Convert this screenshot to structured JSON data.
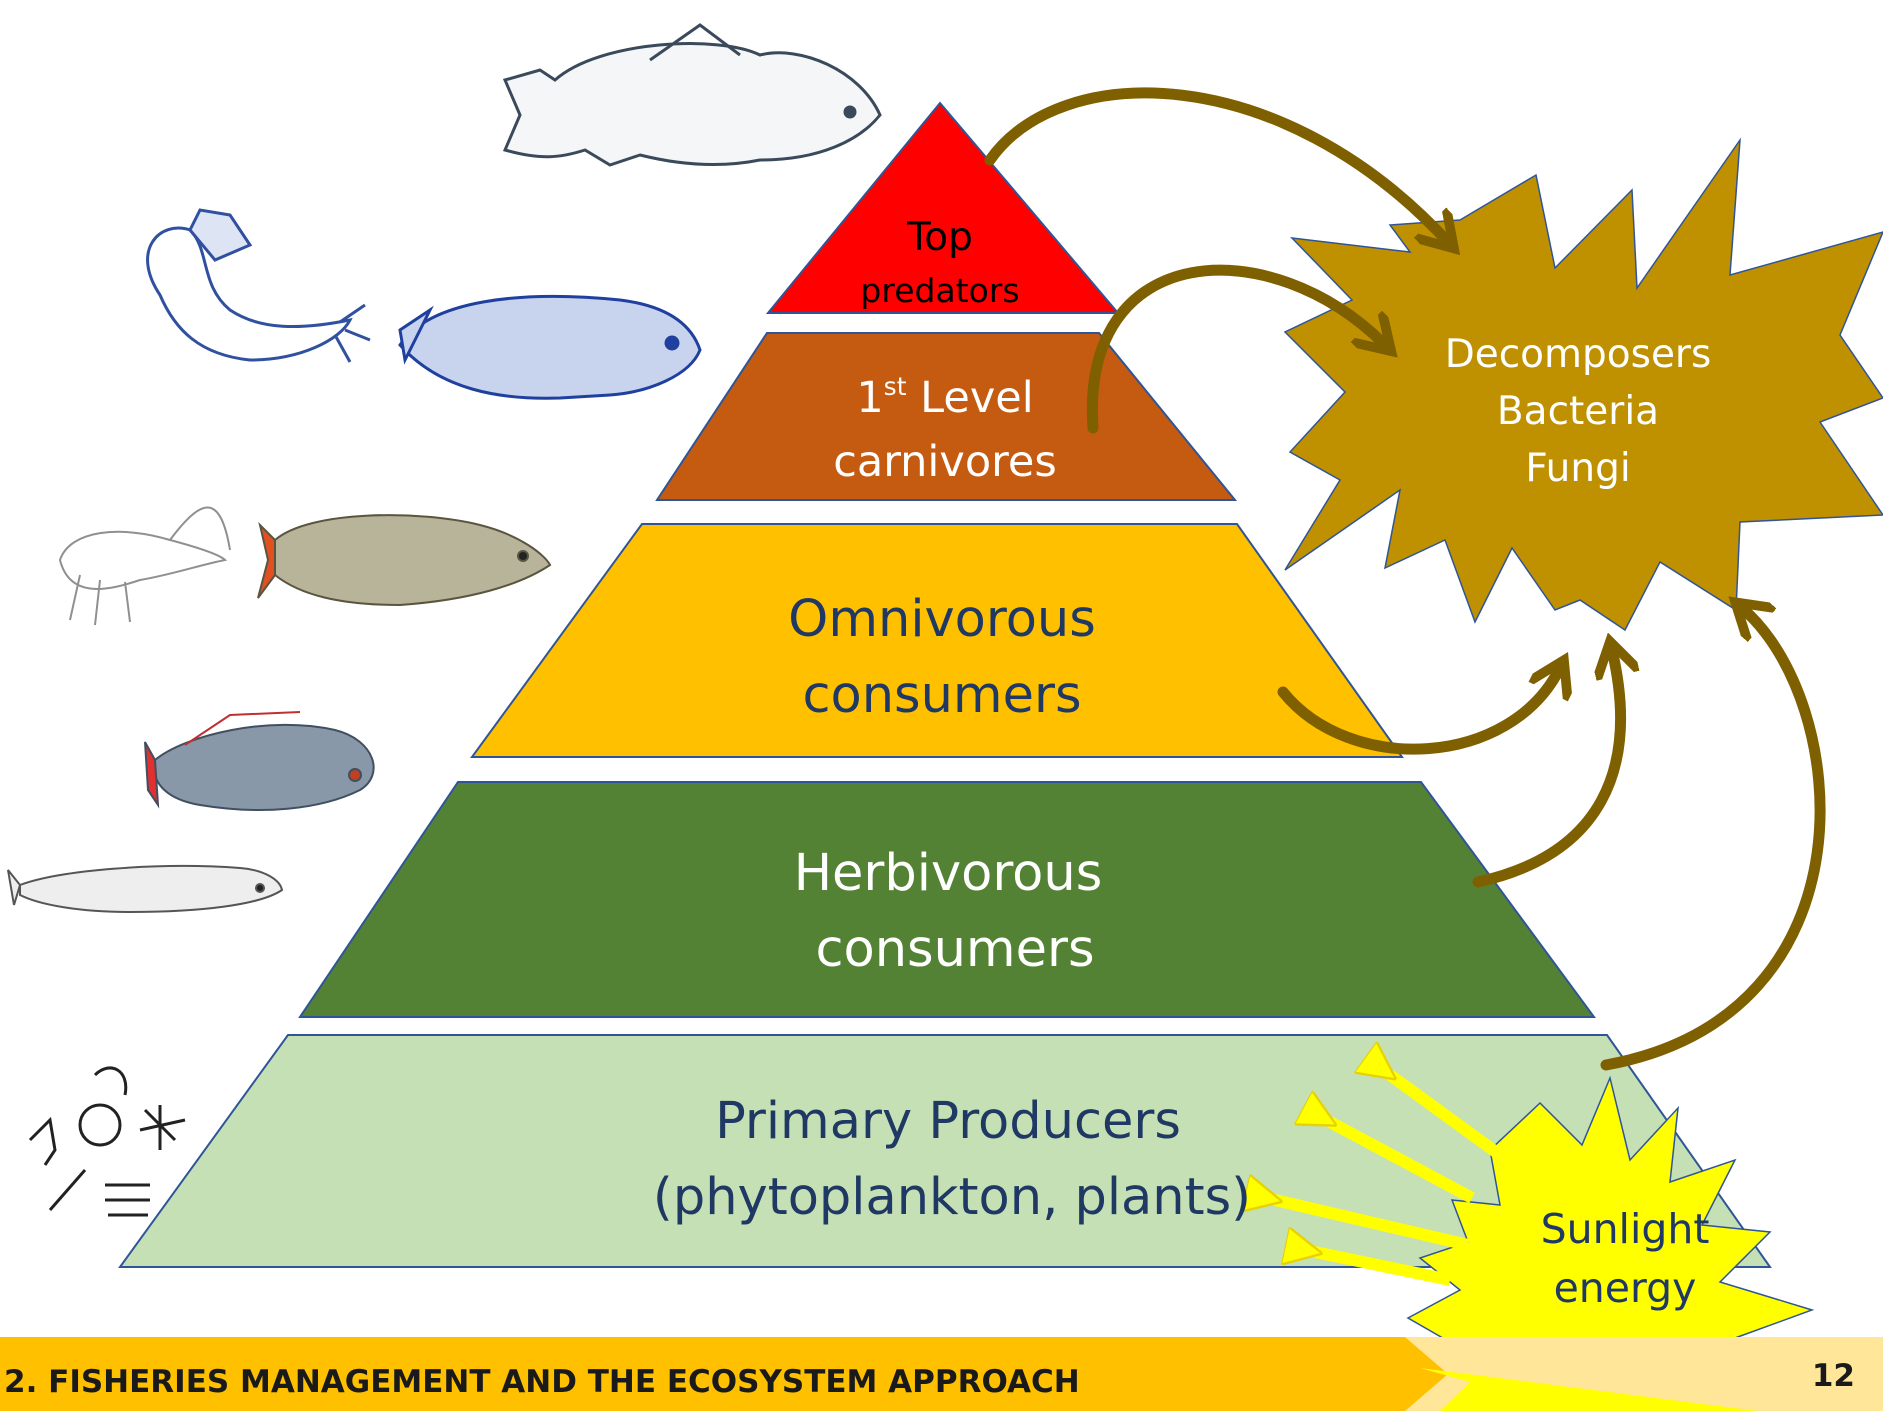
{
  "pyramid": {
    "top": {
      "line1": "Top",
      "line2": "predators"
    },
    "carnivores": {
      "line1_main": "1",
      "line1_sup": "st",
      "line1_rest": " Level",
      "line2": "carnivores"
    },
    "omnivorous": {
      "line1": "Omnivorous",
      "line2": "consumers"
    },
    "herbivorous": {
      "line1": "Herbivorous",
      "line2": "consumers"
    },
    "producers": {
      "line1": "Primary Producers",
      "line2": "(phytoplankton, plants)"
    }
  },
  "decomposers": {
    "line1": "Decomposers",
    "line2": "Bacteria",
    "line3": "Fungi"
  },
  "sunlight": {
    "line1": "Sunlight",
    "line2": "energy"
  },
  "footer": {
    "title": "2. FISHERIES MANAGEMENT AND THE ECOSYSTEM APPROACH",
    "page": "12"
  },
  "colors": {
    "top": "#ff0000",
    "carnivores": "#c55a11",
    "omnivorous": "#ffc000",
    "herbivorous": "#548235",
    "producers": "#c5e0b4",
    "decomposers": "#bf9000",
    "arrow": "#7f6000",
    "sun": "#ffff00",
    "ray": "#ffff00",
    "blue_text": "#1f3864",
    "footer_bar": "#ffc000",
    "footer_light": "#ffe699"
  },
  "icons": [
    "barramundi-fish-icon",
    "catfish-icon",
    "perch-fish-icon",
    "shrimp-icon",
    "roach-fish-icon",
    "tilapia-fish-icon",
    "sardine-fish-icon",
    "plankton-icon"
  ]
}
